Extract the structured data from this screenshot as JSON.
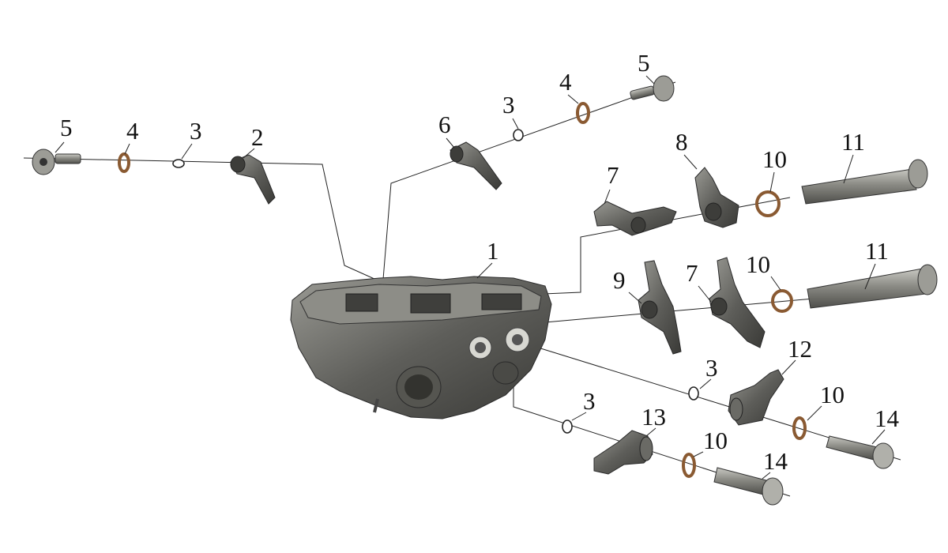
{
  "labels": {
    "l1": "1",
    "l2": "2",
    "l3a": "3",
    "l3b": "3",
    "l3c": "3",
    "l3d": "3",
    "l4a": "4",
    "l4b": "4",
    "l5a": "5",
    "l5b": "5",
    "l6": "6",
    "l7a": "7",
    "l7b": "7",
    "l8": "8",
    "l9": "9",
    "l10a": "10",
    "l10b": "10",
    "l10c": "10",
    "l10d": "10",
    "l11a": "11",
    "l11b": "11",
    "l12": "12",
    "l13": "13",
    "l14a": "14",
    "l14b": "14"
  },
  "colors": {
    "metal": "#6f6f6a",
    "metal_light": "#b4b4ae",
    "washer": "#8a5a32",
    "background": "#ffffff"
  }
}
